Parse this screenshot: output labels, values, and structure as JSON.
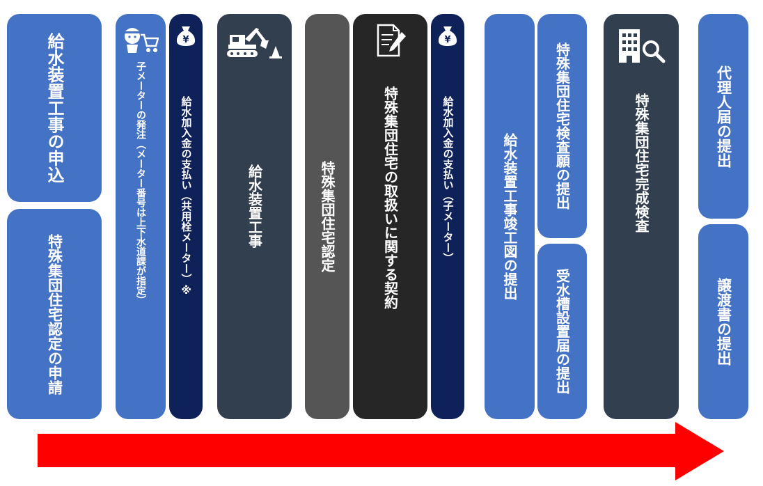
{
  "steps": {
    "apply_work": "給水装置工事の申込",
    "apply_cert": "特殊集団住宅認定の申請",
    "meter_order": "子メーターの発注（メーター番号は上下水道課が指定）",
    "fee_shared": "給水加入金の支払い（共用栓メーター）※",
    "construction": "給水装置工事",
    "certification": "特殊集団住宅認定",
    "contract": "特殊集団住宅の取扱いに関する契約",
    "fee_child": "給水加入金の支払い（子メーター）",
    "as_built": "給水装置工事竣工図の提出",
    "inspection_request": "特殊集団住宅検査願の提出",
    "tank_notice": "受水槽設置届の提出",
    "final_inspection": "特殊集団住宅完成検査",
    "agent_notice": "代理人届の提出",
    "transfer_doc": "譲渡書の提出"
  },
  "icons": {
    "meter_order": "worker-cart-icon",
    "fee_shared": "money-bag-yen-icon",
    "construction": "excavator-icon",
    "contract": "document-pen-icon",
    "fee_child": "money-bag-yen-icon",
    "final_inspection": "building-search-icon"
  },
  "colors": {
    "blue": "#4472c4",
    "slate": "#323f4f",
    "navy": "#0f2159",
    "gray": "#555555",
    "black": "#262626",
    "arrow": "#ff0000"
  }
}
